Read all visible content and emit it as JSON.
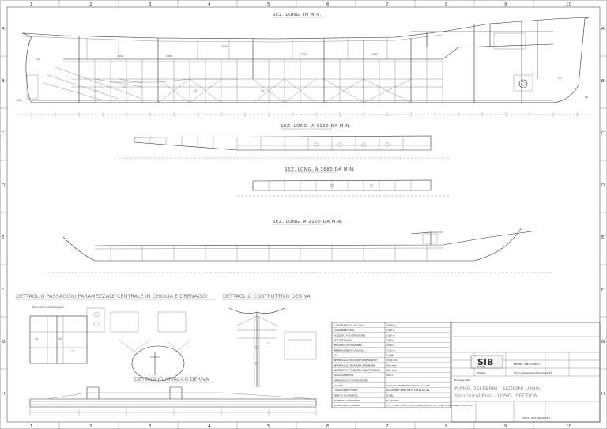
{
  "grid": {
    "columns": [
      "1",
      "2",
      "3",
      "4",
      "5",
      "6",
      "7",
      "8",
      "9",
      "10"
    ],
    "rows": [
      "A",
      "B",
      "C",
      "D",
      "E",
      "F",
      "G",
      "H"
    ]
  },
  "views": {
    "main": "SEZ. LONG. IN M.N.",
    "sec1": "SEZ. LONG. A 1120 DA M.N.",
    "sec2": "SEZ. LONG. A 1680 DA M.N.",
    "sec3": "SEZ. LONG. A 2100 DA M.N."
  },
  "details": {
    "d1": "DETTAGLIO PASSAGGIO PARAMEZZALE CENTRALE IN CHIGLIA E DRENAGGI",
    "d2": "DETTAGLIO COSTRUTTIVO DERIVA",
    "d3": "DETTAGLIO ATTACCO DERIVA"
  },
  "specs": [
    {
      "label": "LUNGHEZZA DI CALCOLO",
      "value": "28.90 m"
    },
    {
      "label": "LARGHEZZA MAX",
      "value": "7.80 m"
    },
    {
      "label": "ALTEZZA DI COSTRUZIONE",
      "value": "3.80 m"
    },
    {
      "label": "VELOCITA' MAX",
      "value": "14 Kn"
    },
    {
      "label": "VELOCITA' DI CROCIERA",
      "value": "12 Kn"
    },
    {
      "label": "IMMERSIONE DI CALCOLO",
      "value": "2.00 m"
    },
    {
      "label": "Cb",
      "value": "0.444"
    },
    {
      "label": "INTERVALLO OSSATURE RINFORZATE",
      "value": "1500 mm"
    },
    {
      "label": "INTERVALLO OSSATURE ORDINARIE",
      "value": "500 mm"
    },
    {
      "label": "INTERVALLO CORRENTI LONGITUDINALI",
      "value": "450 mm"
    },
    {
      "label": "DISLOCAMENTO",
      "value": "300 t"
    },
    {
      "label": "MATERIALI DI COSTRUZIONE:",
      "value": ""
    },
    {
      "label": "- SCAFO",
      "value": "ACCIAIO ORDINARIO GRADO A R.I.Na."
    },
    {
      "label": "- SOVRASTRUTTURE",
      "value": "ALLUMINIO 5083 H321 5h111 R.I.Na."
    },
    {
      "label": "ENTE DI CLASSIFICA",
      "value": "R.I.Na."
    },
    {
      "label": "NUMERO DI REGISTRO",
      "value": "N.I. 50035"
    },
    {
      "label": "NOTAZIONE DI CLASSE",
      "value": "C.H. HULL • MACH. Y/H, LARGE YACHT, SYT, CMS COMPLIANCE WITH LY2"
    }
  ],
  "title_block": {
    "logo": "SIB",
    "design_label": "Design",
    "design_value": "FM 889 - FM ROSSI S.r.l.",
    "project_label": "Project",
    "project_value": "39 m displacement motor yacht",
    "drawing_label": "Drawing Title",
    "title_it": "PIANO DEI FERRI - SEZIONI LONG.",
    "title_en": "Structural Plan - LONG. SECTION",
    "drawing_no": "COE-01-SUT-DIS-2023-B"
  }
}
